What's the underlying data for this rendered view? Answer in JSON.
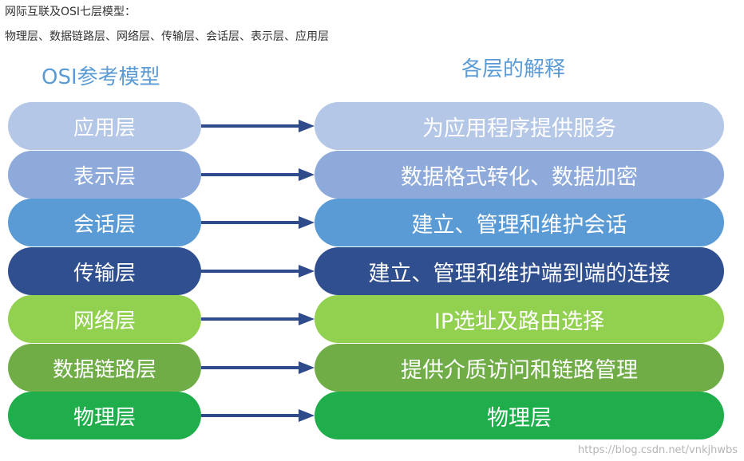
{
  "intro": {
    "title": "网际互联及OSI七层模型：",
    "list": "物理层、数据链路层、网络层、传输层、会话层、表示层、应用层"
  },
  "headers": {
    "left": "OSI参考模型",
    "right": "各层的解释"
  },
  "colors": {
    "header_text": "#5b9bd5",
    "arrow": "#2f4b8c"
  },
  "layers": [
    {
      "name": "应用层",
      "explanation": "为应用程序提供服务",
      "color": "#b4c7e7"
    },
    {
      "name": "表示层",
      "explanation": "数据格式转化、数据加密",
      "color": "#8eaadb"
    },
    {
      "name": "会话层",
      "explanation": "建立、管理和维护会话",
      "color": "#5b9bd5"
    },
    {
      "name": "传输层",
      "explanation": "建立、管理和维护端到端的连接",
      "color": "#2f4f8f"
    },
    {
      "name": "网络层",
      "explanation": "IP选址及路由选择",
      "color": "#92d050"
    },
    {
      "name": "数据链路层",
      "explanation": "提供介质访问和链路管理",
      "color": "#70ad47"
    },
    {
      "name": "物理层",
      "explanation": "物理层",
      "color": "#1fae4b"
    }
  ],
  "watermark": "https://blog.csdn.net/vnkjhwbs"
}
